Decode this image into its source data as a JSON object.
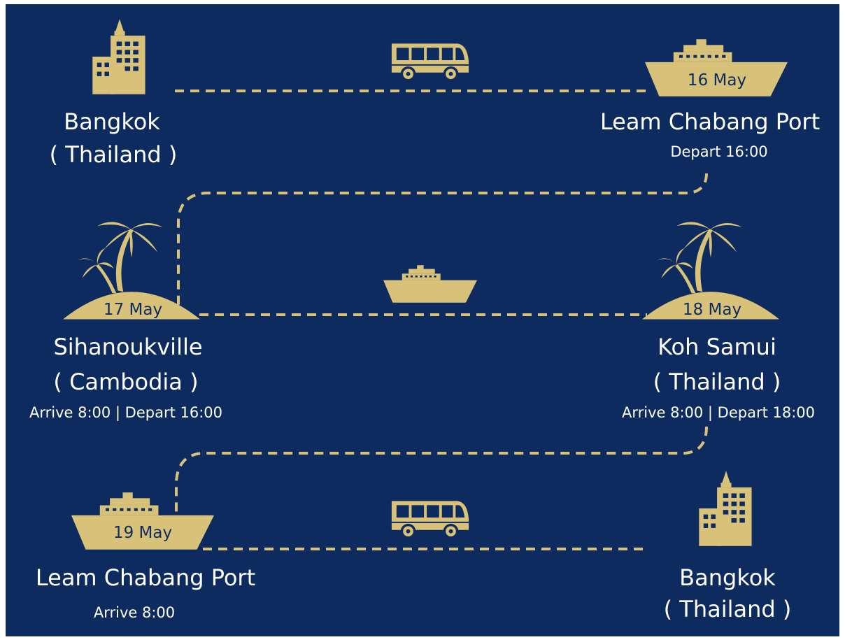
{
  "colors": {
    "background": "#0d2b5f",
    "accent": "#d8c27a",
    "text": "#ffffff"
  },
  "stops": {
    "bangkok_start": {
      "name": "Bangkok",
      "country": "( Thailand )",
      "icon": "city-building-icon"
    },
    "leam_chabang_depart": {
      "date": "16 May",
      "name": "Leam Chabang Port",
      "time": "Depart 16:00",
      "icon": "cruise-ship-icon"
    },
    "sihanoukville": {
      "date": "17 May",
      "name": "Sihanoukville",
      "country": "( Cambodia )",
      "time": "Arrive 8:00 | Depart 16:00",
      "icon": "palm-island-icon"
    },
    "koh_samui": {
      "date": "18 May",
      "name": "Koh Samui",
      "country": "( Thailand )",
      "time": "Arrive 8:00  |  Depart 18:00",
      "icon": "palm-island-icon"
    },
    "leam_chabang_arrive": {
      "date": "19 May",
      "name": "Leam Chabang Port",
      "time": "Arrive 8:00",
      "icon": "cruise-ship-icon"
    },
    "bangkok_end": {
      "name": "Bangkok",
      "country": "( Thailand )",
      "icon": "city-building-icon"
    }
  },
  "legs": [
    {
      "mode": "bus",
      "icon": "bus-icon"
    },
    {
      "mode": "ship",
      "icon": "cruise-ship-icon"
    },
    {
      "mode": "bus",
      "icon": "bus-icon"
    }
  ]
}
